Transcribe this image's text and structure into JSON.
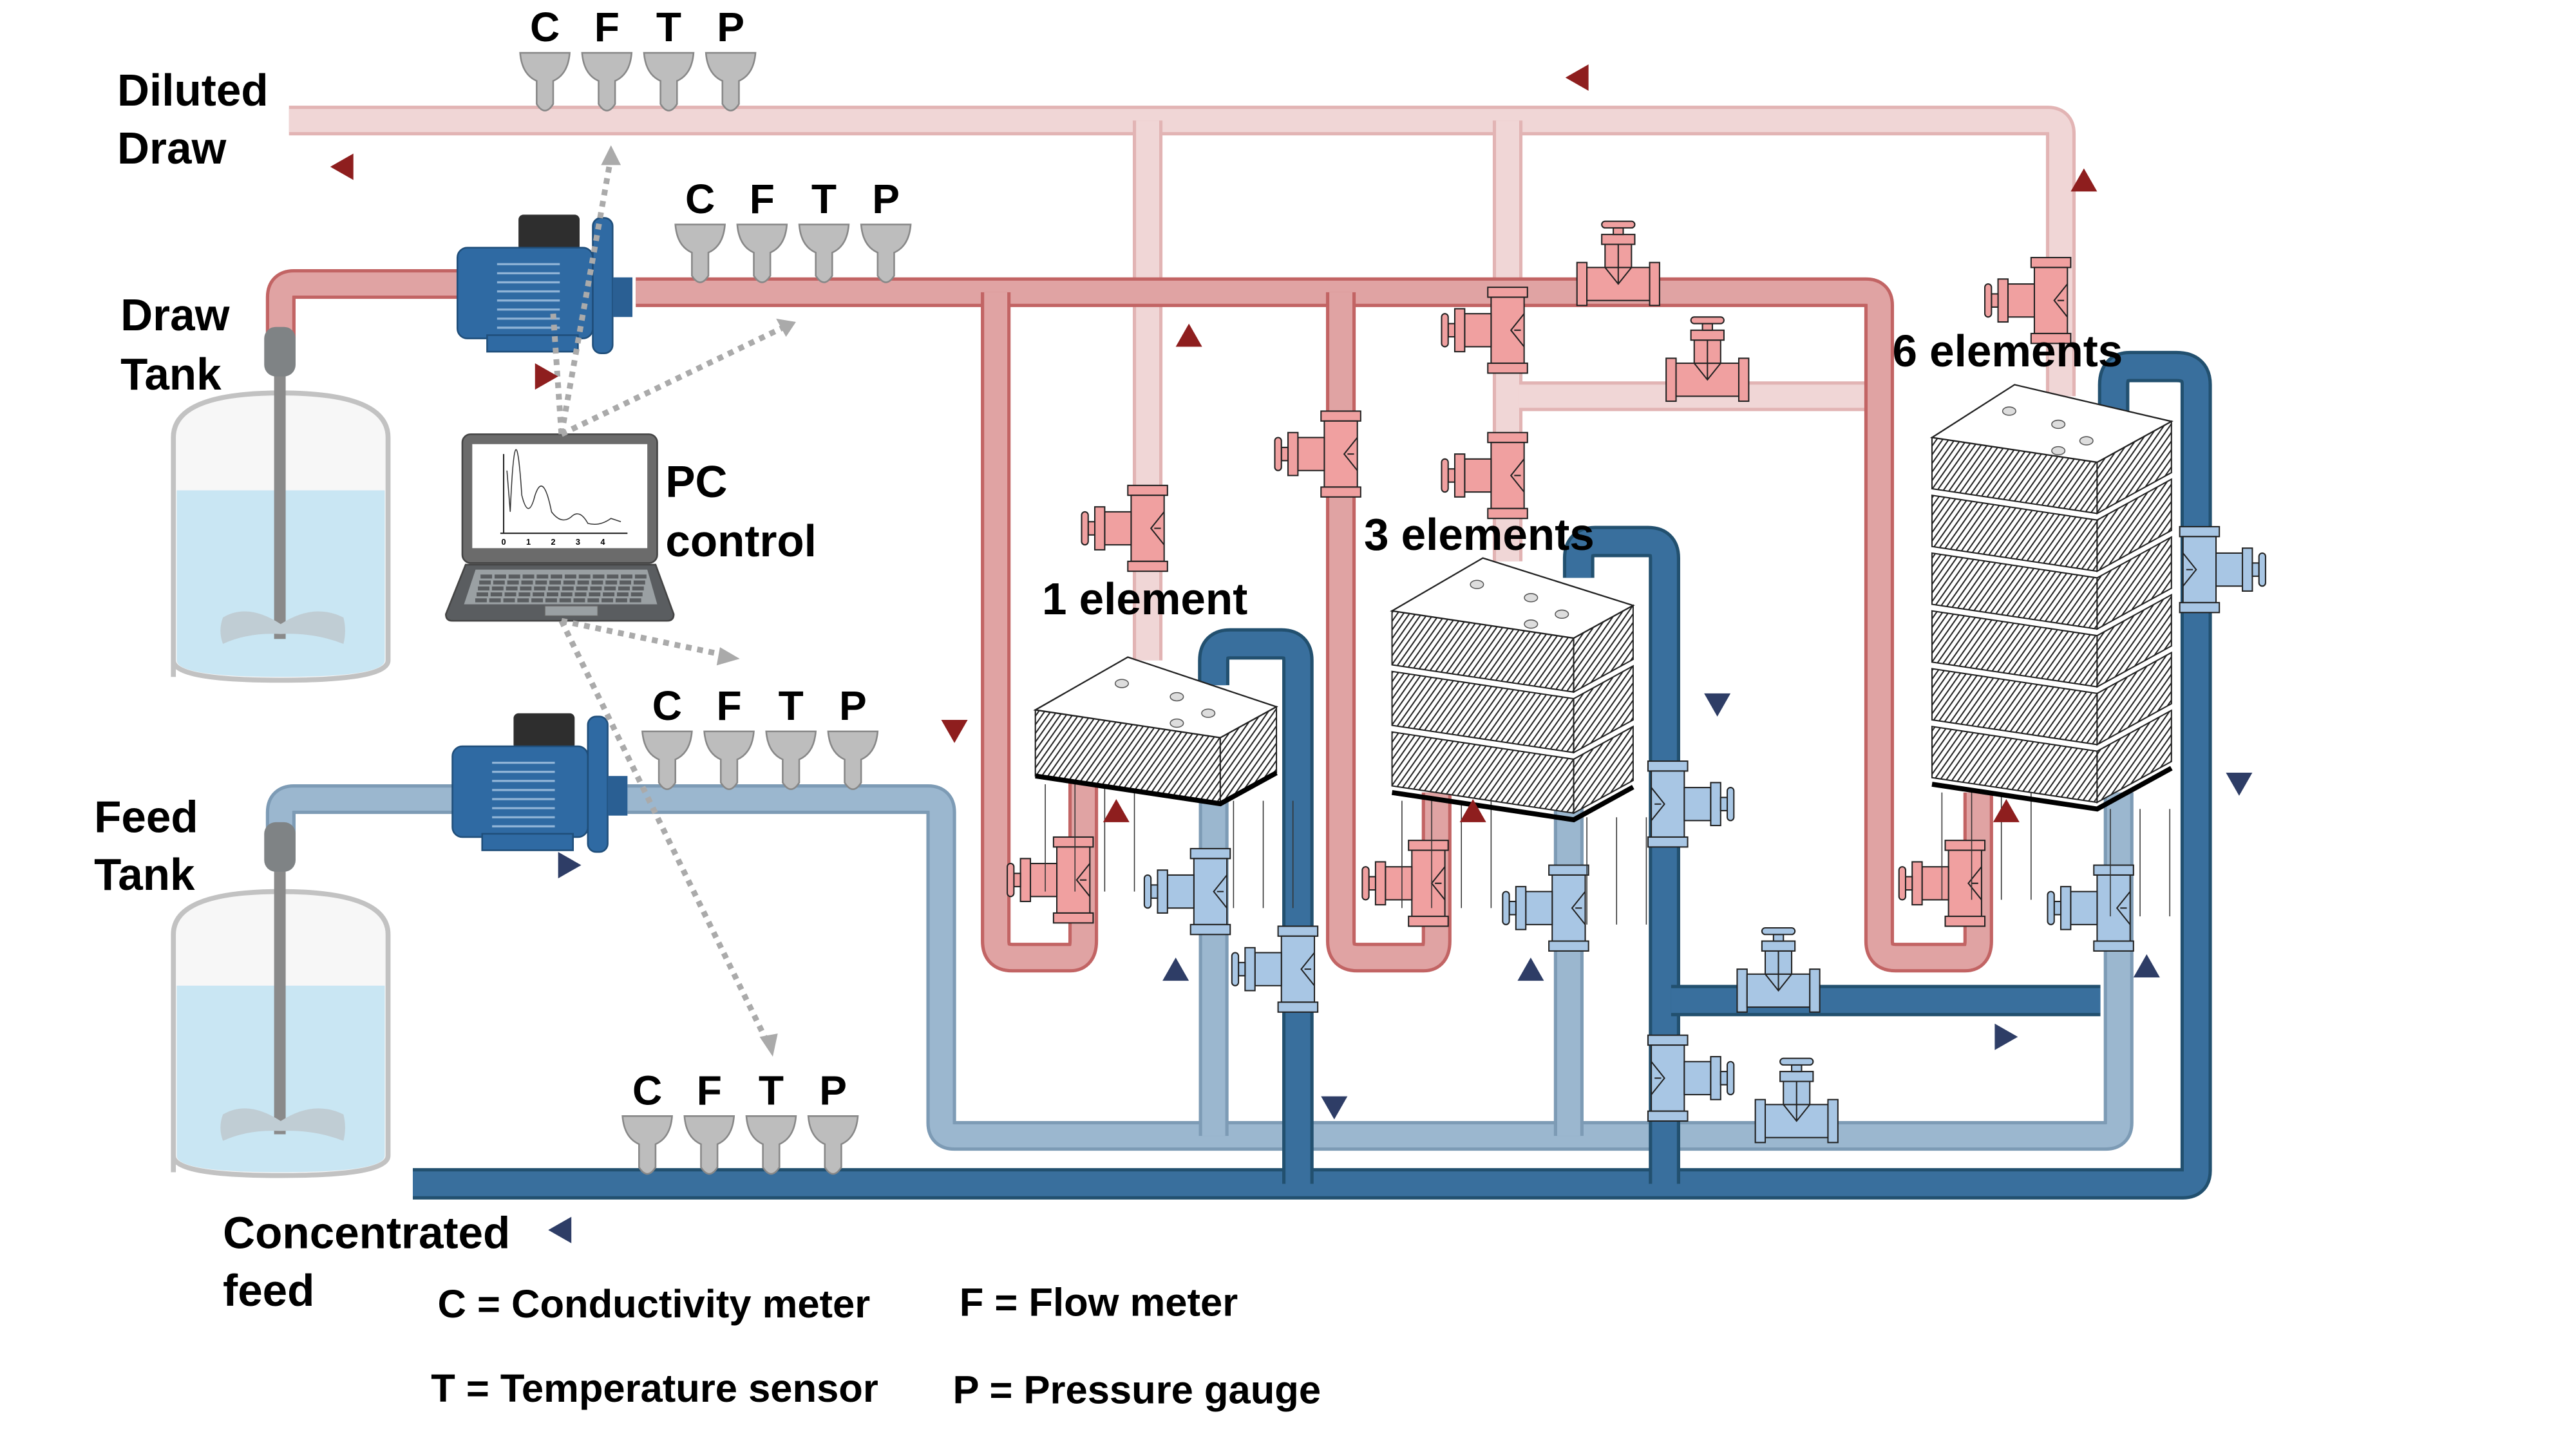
{
  "title": "Forward osmosis multi-element test rig schematic",
  "streams": {
    "diluted_draw": [
      "Diluted",
      "Draw"
    ],
    "draw_tank": [
      "Draw",
      "Tank"
    ],
    "feed_tank": [
      "Feed",
      "Tank"
    ],
    "concentrated_feed": [
      "Concentrated",
      "feed"
    ]
  },
  "controller": {
    "label": [
      "PC",
      "control"
    ],
    "screen_plot_ticks": [
      "0",
      "1",
      "2",
      "3",
      "4"
    ]
  },
  "sensor_group_letters": [
    "C",
    "F",
    "T",
    "P"
  ],
  "modules": [
    {
      "label": "1 element",
      "elements": 1
    },
    {
      "label": "3 elements",
      "elements": 3
    },
    {
      "label": "6 elements",
      "elements": 6
    }
  ],
  "legend": [
    "C = Conductivity meter",
    "F = Flow meter",
    "T = Temperature sensor",
    "P = Pressure gauge"
  ],
  "colors": {
    "draw_pipe": "#e0a3a3",
    "diluted_pipe": "#f0d6d6",
    "feed_pipe": "#9bb7cf",
    "concentrate_pipe": "#396f9d",
    "draw_arrow": "#8e1e1e",
    "feed_arrow": "#2e3d66",
    "pump": "#2f6aa3",
    "sensor": "#bdbdbd",
    "draw_valve": "#f0a0a0",
    "feed_valve": "#a8c6e4"
  }
}
